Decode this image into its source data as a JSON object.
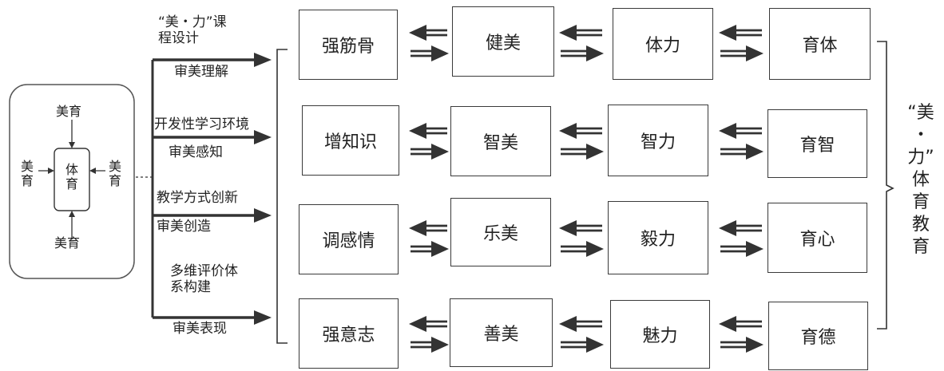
{
  "left_panel": {
    "top": "美育",
    "bottom": "美育",
    "left": "美\n育",
    "right": "美\n育",
    "center": "体\n育"
  },
  "strategies": [
    {
      "name": "“美・力”课\n程设计",
      "sub": "审美理解"
    },
    {
      "name": "开发性学习环境",
      "sub": "审美感知"
    },
    {
      "name": "教学方式创新",
      "sub": "审美创造"
    },
    {
      "name": "多维评价体\n系构建",
      "sub": "审美表现"
    }
  ],
  "rows": [
    [
      "强筋骨",
      "健美",
      "体力",
      "育体"
    ],
    [
      "增知识",
      "智美",
      "智力",
      "育智"
    ],
    [
      "调感情",
      "乐美",
      "毅力",
      "育心"
    ],
    [
      "强意志",
      "善美",
      "魅力",
      "育德"
    ]
  ],
  "right_label": "“美\n・\n力”\n体\n育\n教\n育"
}
